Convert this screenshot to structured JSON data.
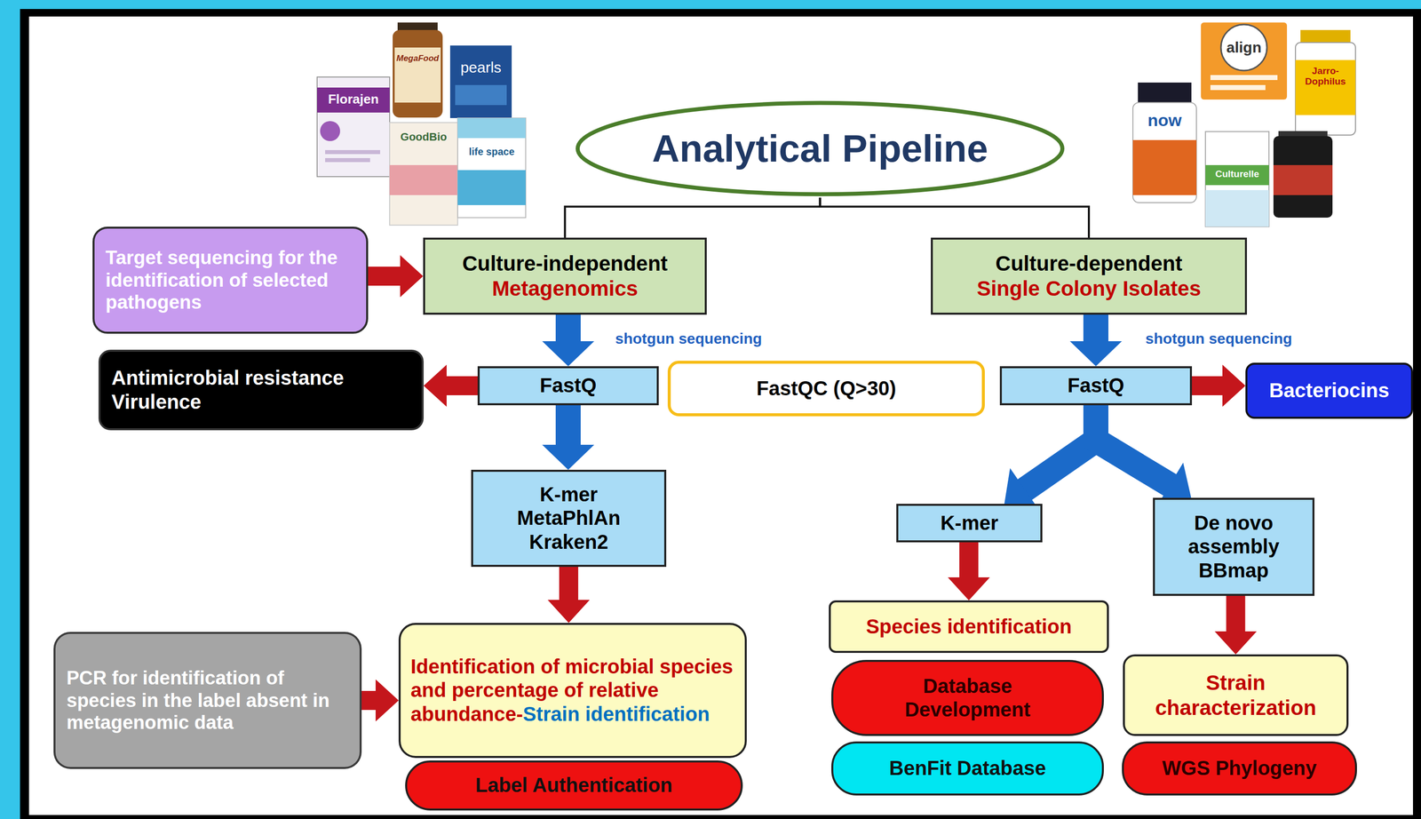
{
  "diagram": {
    "nodes": [
      {
        "text": [
          "Analytical Pipeline"
        ]
      },
      {
        "text": [
          "Target sequencing for the identification of selected pathogens"
        ]
      },
      {
        "text": [
          "Culture-independent",
          "Metagenomics"
        ]
      },
      {
        "text": [
          "Culture-dependent",
          "Single Colony Isolates"
        ]
      },
      {
        "text": [
          "Antimicrobial resistance Virulence"
        ]
      },
      {
        "text": [
          "FastQ"
        ]
      },
      {
        "text": [
          "FastQC (Q>30)"
        ]
      },
      {
        "text": [
          "FastQ"
        ]
      },
      {
        "text": [
          "Bacteriocins"
        ]
      },
      {
        "text": [
          "K-mer MetaPhlAn Kraken2"
        ]
      },
      {
        "text": [
          "K-mer"
        ]
      },
      {
        "text": [
          "De novo assembly BBmap"
        ]
      },
      {
        "text": [
          "PCR for identification of species in the label absent in metagenomic data"
        ]
      },
      {
        "text": [
          "Identification of microbial species and percentage of relative abundance-",
          "Strain identification"
        ]
      },
      {
        "text": [
          "Label Authentication"
        ]
      },
      {
        "text": [
          "Species identification"
        ]
      },
      {
        "text": [
          "Database Development"
        ]
      },
      {
        "text": [
          "BenFit Database"
        ]
      },
      {
        "text": [
          "Strain characterization"
        ]
      },
      {
        "text": [
          "WGS Phylogeny"
        ]
      }
    ],
    "edges": [
      {
        "from": 0,
        "to": 2,
        "arrow": "none"
      },
      {
        "from": 0,
        "to": 3,
        "arrow": "none"
      },
      {
        "from": 1,
        "to": 2,
        "arrow": "to"
      },
      {
        "from": 2,
        "to": 5,
        "arrow": "to"
      },
      {
        "from": 5,
        "to": 4,
        "arrow": "to"
      },
      {
        "from": 5,
        "to": 9,
        "arrow": "to"
      },
      {
        "from": 9,
        "to": 13,
        "arrow": "to"
      },
      {
        "from": 12,
        "to": 13,
        "arrow": "to"
      },
      {
        "from": 3,
        "to": 7,
        "arrow": "to"
      },
      {
        "from": 7,
        "to": 8,
        "arrow": "to"
      },
      {
        "from": 7,
        "to": 10,
        "arrow": "to"
      },
      {
        "from": 7,
        "to": 11,
        "arrow": "to"
      },
      {
        "from": 10,
        "to": 15,
        "arrow": "to"
      },
      {
        "from": 11,
        "to": 18,
        "arrow": "to"
      }
    ],
    "labels": [
      "Florajen",
      "MegaFood",
      "pearls",
      "GoodBio",
      "life space",
      "align",
      "Jarro-Dophilus",
      "now",
      "Culturelle",
      "shotgun sequencing",
      "shotgun sequencing"
    ]
  }
}
